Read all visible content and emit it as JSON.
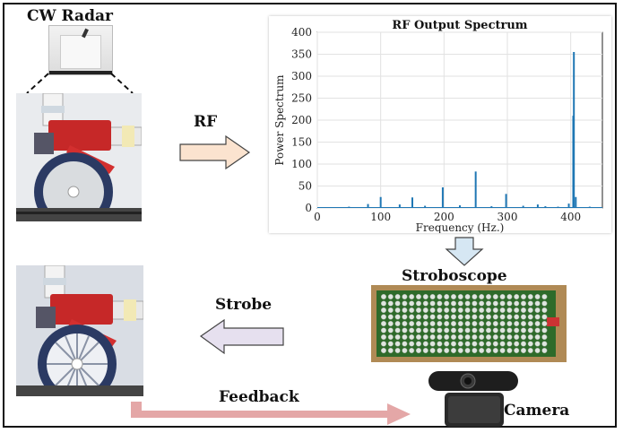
{
  "labels": {
    "cw_radar": "CW Radar",
    "rf": "RF",
    "stroboscope": "Stroboscope",
    "strobe": "Strobe",
    "feedback": "Feedback",
    "camera": "Camera"
  },
  "colors": {
    "rf_arrow_fill": "#fbe3cf",
    "down_arrow_fill": "#d6e7f3",
    "strobe_arrow_fill": "#e6e0ef",
    "feedback_arrow": "#e4a7a7",
    "spectrum_line": "#1f77b4",
    "valve_red": "#c62828",
    "pcb_green": "#2e6b2a"
  },
  "chart_data": {
    "type": "line",
    "title": "RF Output Spectrum",
    "xlabel": "Frequency (Hz.)",
    "ylabel": "Power Spectrum",
    "xlim": [
      0,
      450
    ],
    "ylim": [
      0,
      400
    ],
    "xticks": [
      0,
      100,
      200,
      300,
      400
    ],
    "yticks": [
      0,
      50,
      100,
      150,
      200,
      250,
      300,
      350,
      400
    ],
    "grid": true,
    "peaks": [
      {
        "x": 12,
        "y": 2
      },
      {
        "x": 50,
        "y": 3
      },
      {
        "x": 80,
        "y": 9
      },
      {
        "x": 100,
        "y": 25
      },
      {
        "x": 130,
        "y": 8
      },
      {
        "x": 150,
        "y": 24
      },
      {
        "x": 170,
        "y": 5
      },
      {
        "x": 198,
        "y": 47
      },
      {
        "x": 225,
        "y": 6
      },
      {
        "x": 250,
        "y": 83
      },
      {
        "x": 275,
        "y": 4
      },
      {
        "x": 298,
        "y": 32
      },
      {
        "x": 325,
        "y": 5
      },
      {
        "x": 348,
        "y": 8
      },
      {
        "x": 360,
        "y": 4
      },
      {
        "x": 380,
        "y": 3
      },
      {
        "x": 397,
        "y": 10
      },
      {
        "x": 405,
        "y": 355
      },
      {
        "x": 404,
        "y": 210
      },
      {
        "x": 408,
        "y": 25
      },
      {
        "x": 430,
        "y": 3
      }
    ]
  }
}
